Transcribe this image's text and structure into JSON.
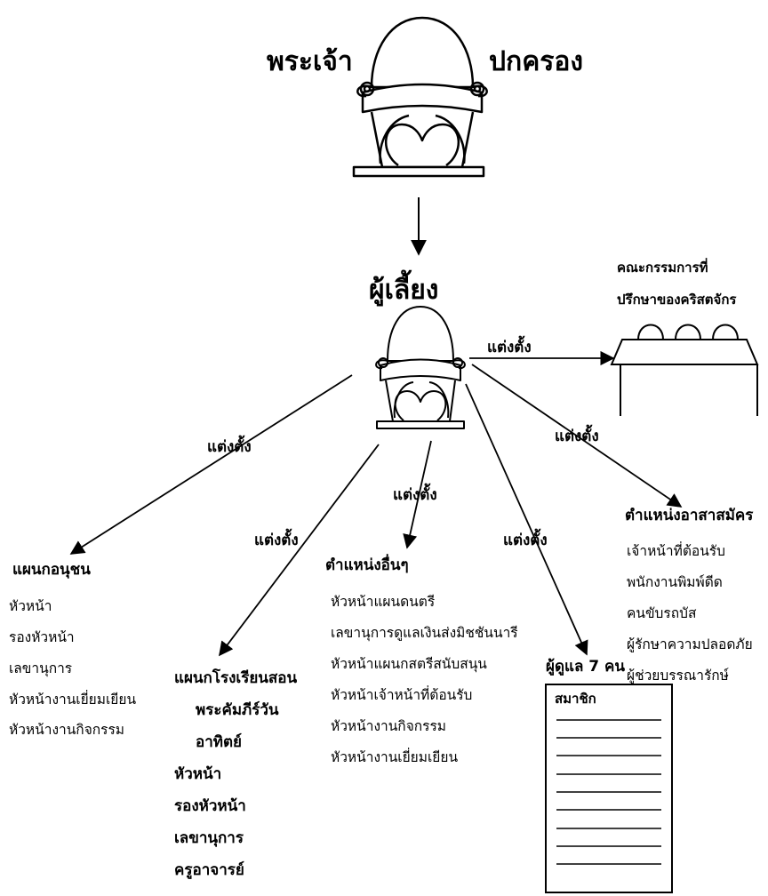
{
  "top": {
    "left_text": "พระเจ้า",
    "right_text": "ปกครอง"
  },
  "shepherd": {
    "title": "ผู้เลี้ยง"
  },
  "appoint_label": "แต่งตั้ง",
  "council": {
    "line1": "คณะกรรมการที่",
    "line2": "ปรึกษาของคริสตจักร"
  },
  "youth": {
    "title": "แผนกอนุชน",
    "items": [
      "หัวหน้า",
      "รองหัวหน้า",
      "เลขานุการ",
      "หัวหน้างานเยี่ยมเยียน",
      "หัวหน้างานกิจกรรม"
    ]
  },
  "sunday_school": {
    "title": "แผนกโรงเรียนสอน",
    "title2": "พระคัมภีร์วัน",
    "title3": "อาทิตย์",
    "items": [
      "หัวหน้า",
      "รองหัวหน้า",
      "เลขานุการ",
      "ครูอาจารย์"
    ]
  },
  "other": {
    "title": "ตำแหน่งอื่นๆ",
    "items": [
      "หัวหน้าแผนดนตรี",
      "เลขานุการดูแลเงินส่งมิชชันนารี",
      "หัวหน้าแผนกสตรีสนับสนุน",
      "หัวหน้าเจ้าหน้าที่ต้อนรับ",
      "หัวหน้างานกิจกรรม",
      "หัวหน้างานเยี่ยมเยียน"
    ]
  },
  "volunteer": {
    "title": "ตำแหน่งอาสาสมัคร",
    "items": [
      "เจ้าหน้าที่ต้อนรับ",
      "พนักงานพิมพ์ดีด",
      "คนขับรถบัส",
      "ผู้รักษาความปลอดภัย",
      "ผู้ช่วยบรรณารักษ์"
    ]
  },
  "elders": {
    "title": "ผู้ดูแล 7 คน",
    "doc_title": "สมาชิก"
  }
}
